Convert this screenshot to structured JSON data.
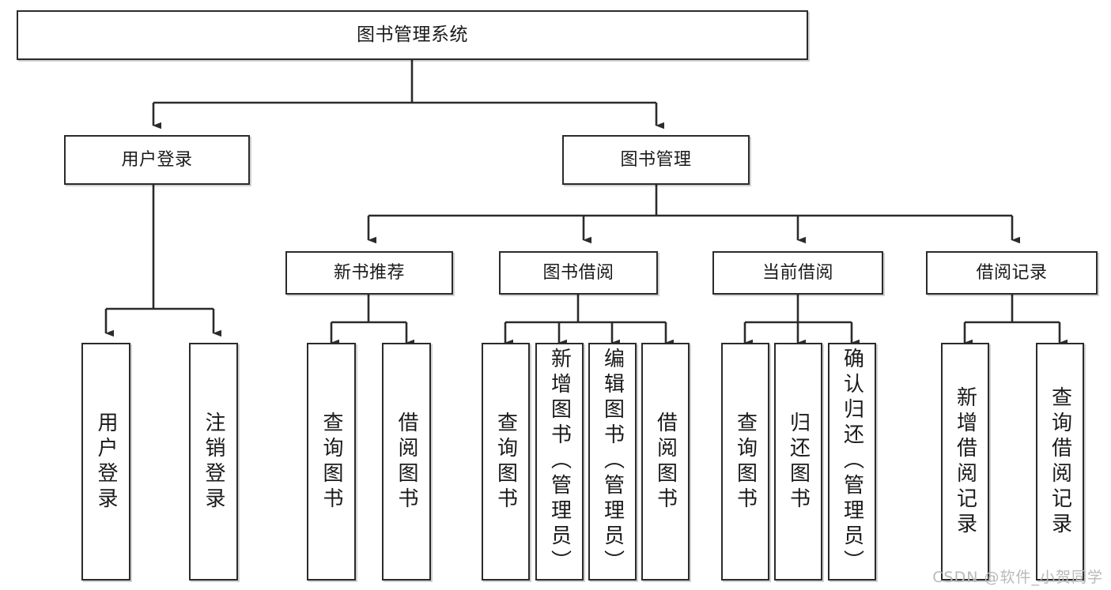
{
  "diagram": {
    "title": "图书管理系统",
    "type": "tree-hierarchy-diagram",
    "root": {
      "label": "图书管理系统"
    },
    "level2": [
      {
        "label": "用户登录"
      },
      {
        "label": "图书管理"
      }
    ],
    "level3": [
      {
        "label": "新书推荐"
      },
      {
        "label": "图书借阅"
      },
      {
        "label": "当前借阅"
      },
      {
        "label": "借阅记录"
      }
    ],
    "leaves": {
      "user_login": [
        {
          "label": "用户登录"
        },
        {
          "label": "注销登录"
        }
      ],
      "new_book_recommend": [
        {
          "label": "查询图书"
        },
        {
          "label": "借阅图书"
        }
      ],
      "book_borrow": [
        {
          "label": "查询图书"
        },
        {
          "label": "新增图书（管理员）"
        },
        {
          "label": "编辑图书（管理员）"
        },
        {
          "label": "借阅图书"
        }
      ],
      "current_borrow": [
        {
          "label": "查询图书"
        },
        {
          "label": "归还图书"
        },
        {
          "label": "确认归还（管理员）"
        }
      ],
      "borrow_record": [
        {
          "label": "新增借阅记录"
        },
        {
          "label": "查询借阅记录"
        }
      ]
    }
  },
  "watermark": {
    "text": "CSDN @软件_小贺同学"
  },
  "colors": {
    "border": "#2b2b2b",
    "background": "#ffffff",
    "text": "#1a1a1a",
    "watermark": "#b9b9b9"
  }
}
